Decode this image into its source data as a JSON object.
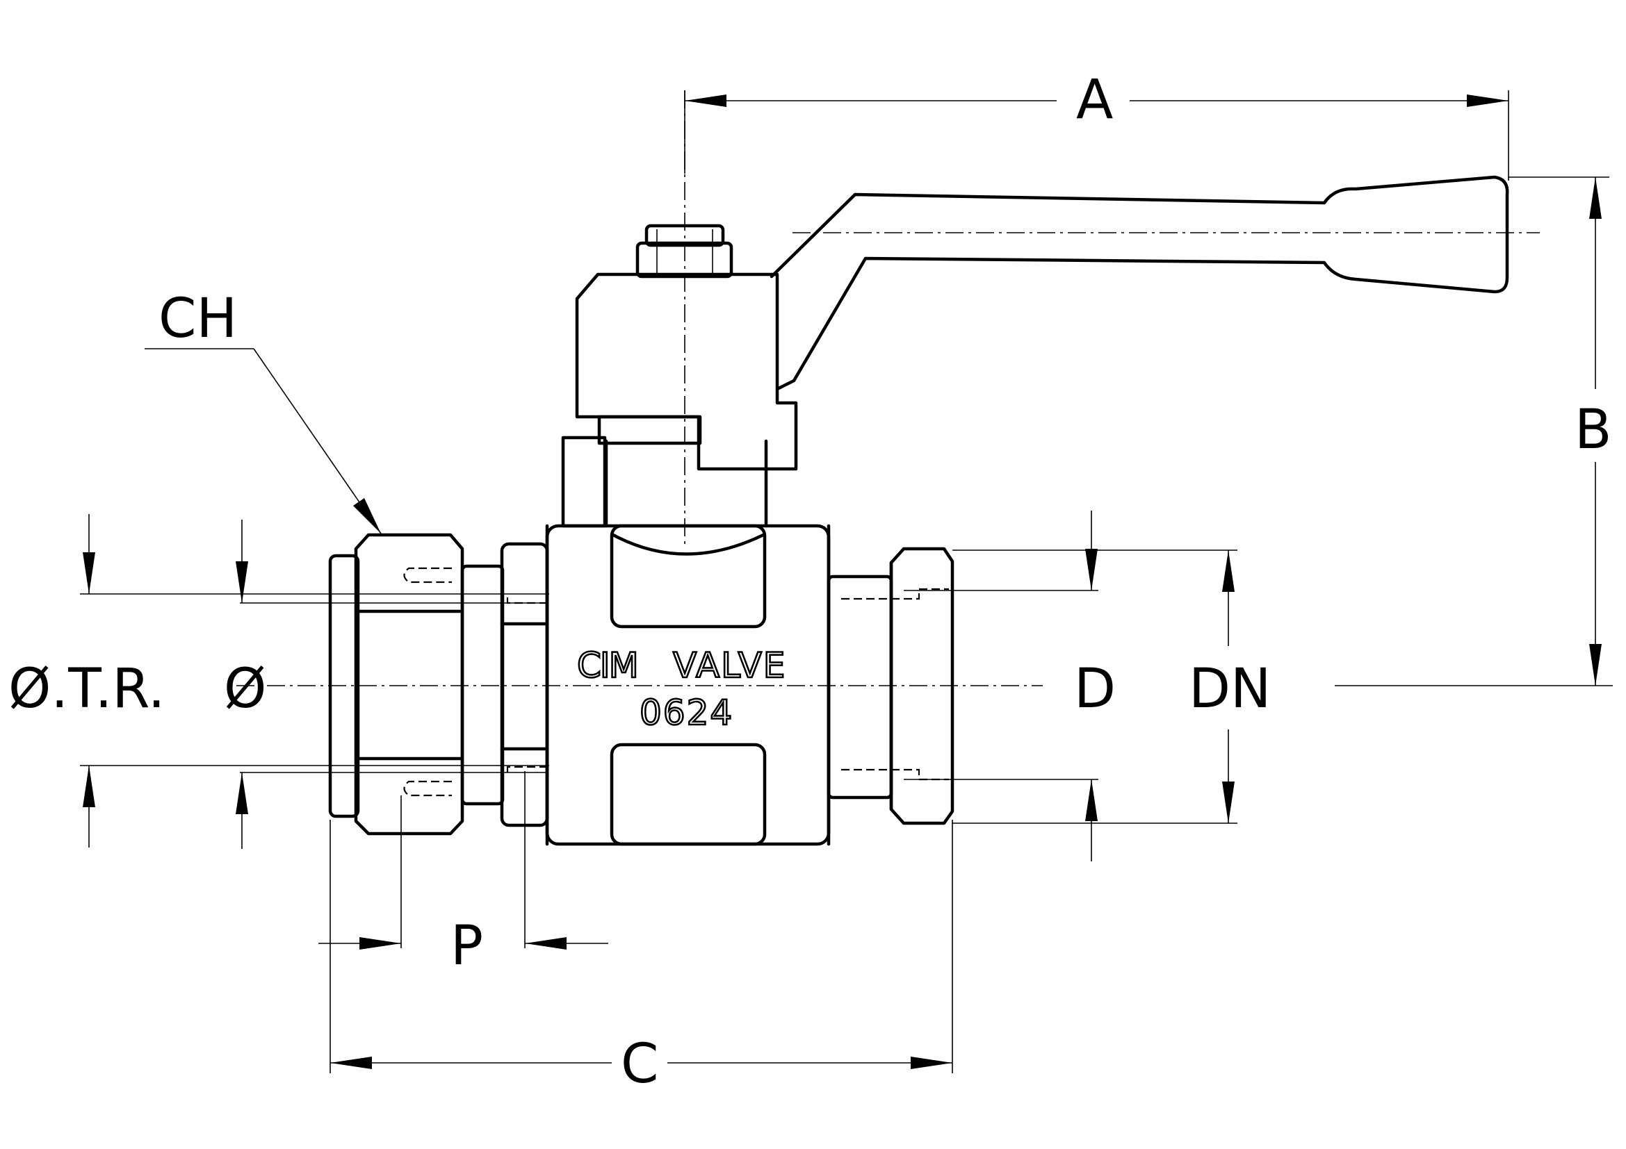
{
  "dimension_labels": {
    "a": "A",
    "b": "B",
    "c": "C",
    "ch": "CH",
    "p": "P",
    "d": "D",
    "dn": "DN",
    "otr": "Ø.T.R.",
    "phi": "Ø"
  },
  "marking": {
    "brand_prefix": "CIM",
    "brand_suffix": "VALVE",
    "code": "0624"
  }
}
